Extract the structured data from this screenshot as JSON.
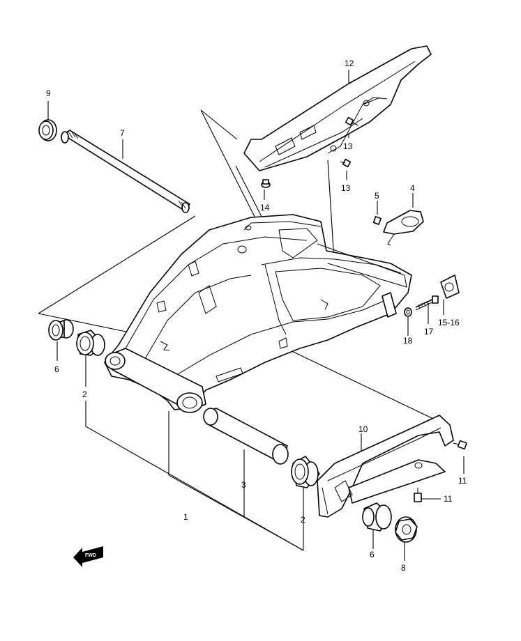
{
  "labels": {
    "p1": "1",
    "p2a": "2",
    "p2b": "2",
    "p3": "3",
    "p4": "4",
    "p5": "5",
    "p6a": "6",
    "p6b": "6",
    "p7": "7",
    "p8": "8",
    "p9": "9",
    "p10": "10",
    "p11a": "11",
    "p11b": "11",
    "p12": "12",
    "p13a": "13",
    "p13b": "13",
    "p14": "14",
    "p15_16": "15-16",
    "p17": "17",
    "p18": "18"
  },
  "fwd": "FWD"
}
